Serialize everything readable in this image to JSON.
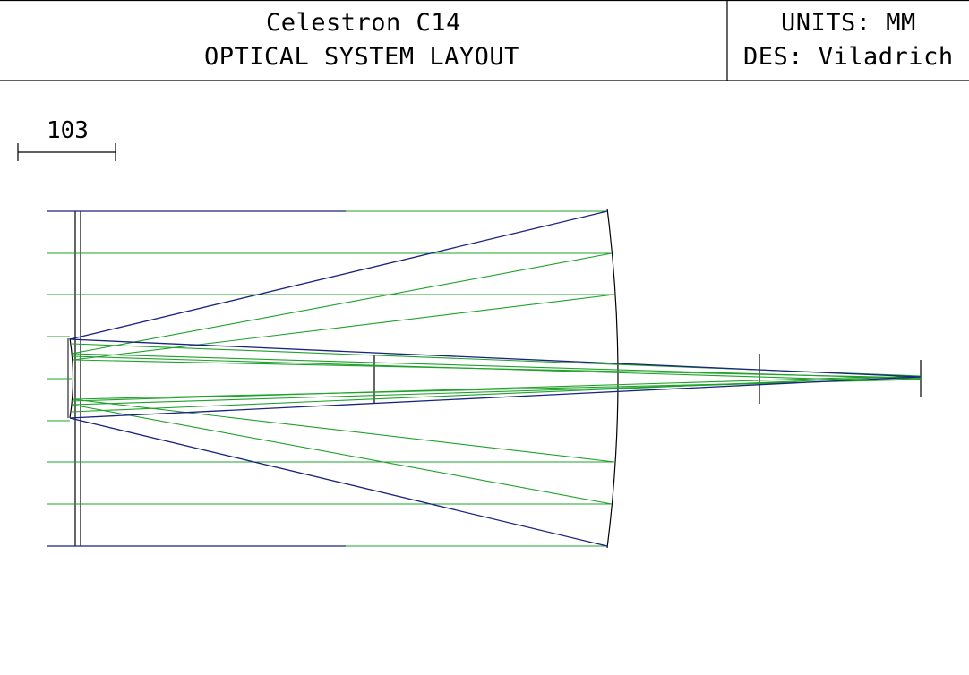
{
  "title_block": {
    "title_line1": "Celestron C14",
    "title_line2": "OPTICAL SYSTEM LAYOUT",
    "units": "UNITS: MM",
    "designer": "DES: Viladrich"
  },
  "scale_bar": {
    "label": "103"
  },
  "colors": {
    "marginal_rays": "#1a237e",
    "field_rays": "#1fa12a",
    "outline": "#000000"
  }
}
